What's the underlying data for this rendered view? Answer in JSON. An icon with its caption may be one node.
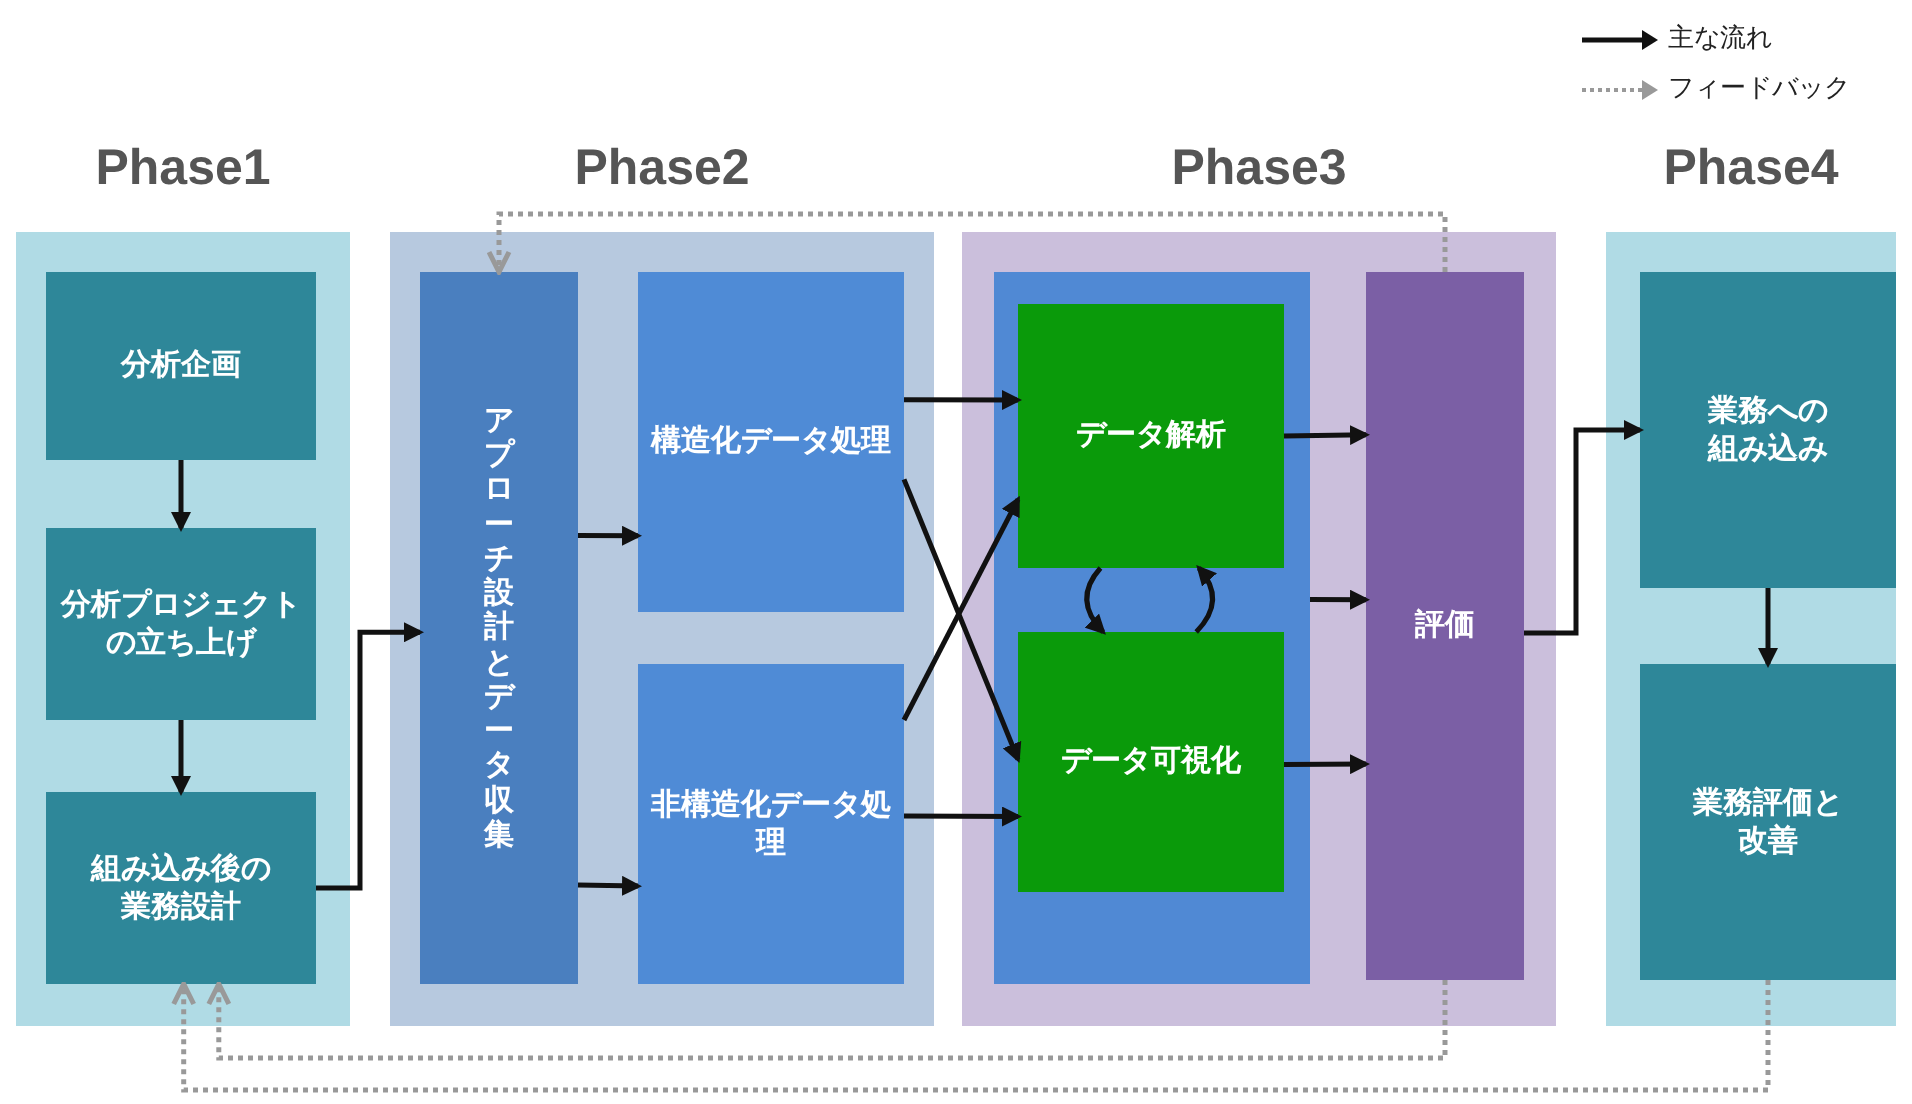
{
  "diagram": {
    "nodes": [
      {
        "text": [
          "Phase1"
        ]
      },
      {
        "text": [
          "分析企画"
        ],
        "in": 0
      },
      {
        "text": [
          "分析プロジェクトの立ち上げ"
        ],
        "in": 0
      },
      {
        "text": [
          "組み込み後の業務設計"
        ],
        "in": 0
      },
      {
        "text": [
          "Phase2"
        ]
      },
      {
        "text": [
          "アプローチ設計とデータ収集"
        ],
        "in": 4
      },
      {
        "text": [
          "構造化データ処理"
        ],
        "in": 4
      },
      {
        "text": [
          "非構造化データ処理"
        ],
        "in": 4
      },
      {
        "text": [
          "Phase3"
        ]
      },
      {
        "text": [],
        "shape": "box",
        "in": 8
      },
      {
        "text": [
          "データ解析"
        ],
        "in": 9
      },
      {
        "text": [
          "データ可視化"
        ],
        "in": 9
      },
      {
        "text": [
          "評価"
        ],
        "in": 8
      },
      {
        "text": [
          "Phase4"
        ]
      },
      {
        "text": [
          "業務への組み込み"
        ],
        "in": 13
      },
      {
        "text": [
          "業務評価と改善"
        ],
        "in": 13
      }
    ],
    "edges": [
      {
        "from": 1,
        "to": 2,
        "arrow": "to"
      },
      {
        "from": 2,
        "to": 3,
        "arrow": "to"
      },
      {
        "from": 3,
        "to": 5,
        "arrow": "to"
      },
      {
        "from": 5,
        "to": 6,
        "arrow": "to"
      },
      {
        "from": 5,
        "to": 7,
        "arrow": "to"
      },
      {
        "from": 6,
        "to": 10,
        "arrow": "to"
      },
      {
        "from": 6,
        "to": 11,
        "arrow": "to"
      },
      {
        "from": 7,
        "to": 10,
        "arrow": "to"
      },
      {
        "from": 7,
        "to": 11,
        "arrow": "to"
      },
      {
        "from": 10,
        "to": 11,
        "arrow": "to"
      },
      {
        "from": 11,
        "to": 10,
        "arrow": "to"
      },
      {
        "from": 10,
        "to": 12,
        "arrow": "to"
      },
      {
        "from": 9,
        "to": 12,
        "arrow": "to"
      },
      {
        "from": 11,
        "to": 12,
        "arrow": "to"
      },
      {
        "from": 12,
        "to": 14,
        "arrow": "to"
      },
      {
        "from": 14,
        "to": 15,
        "arrow": "to"
      },
      {
        "from": 12,
        "to": 5,
        "arrow": "to",
        "style": "dashed",
        "color": "#999999"
      },
      {
        "from": 12,
        "to": 3,
        "arrow": "to",
        "style": "dashed",
        "color": "#999999"
      },
      {
        "from": 15,
        "to": 3,
        "arrow": "to",
        "style": "dashed",
        "color": "#999999"
      }
    ],
    "legend": [
      {
        "text": "主な流れ"
      },
      {
        "text": "フィードバック"
      }
    ]
  }
}
